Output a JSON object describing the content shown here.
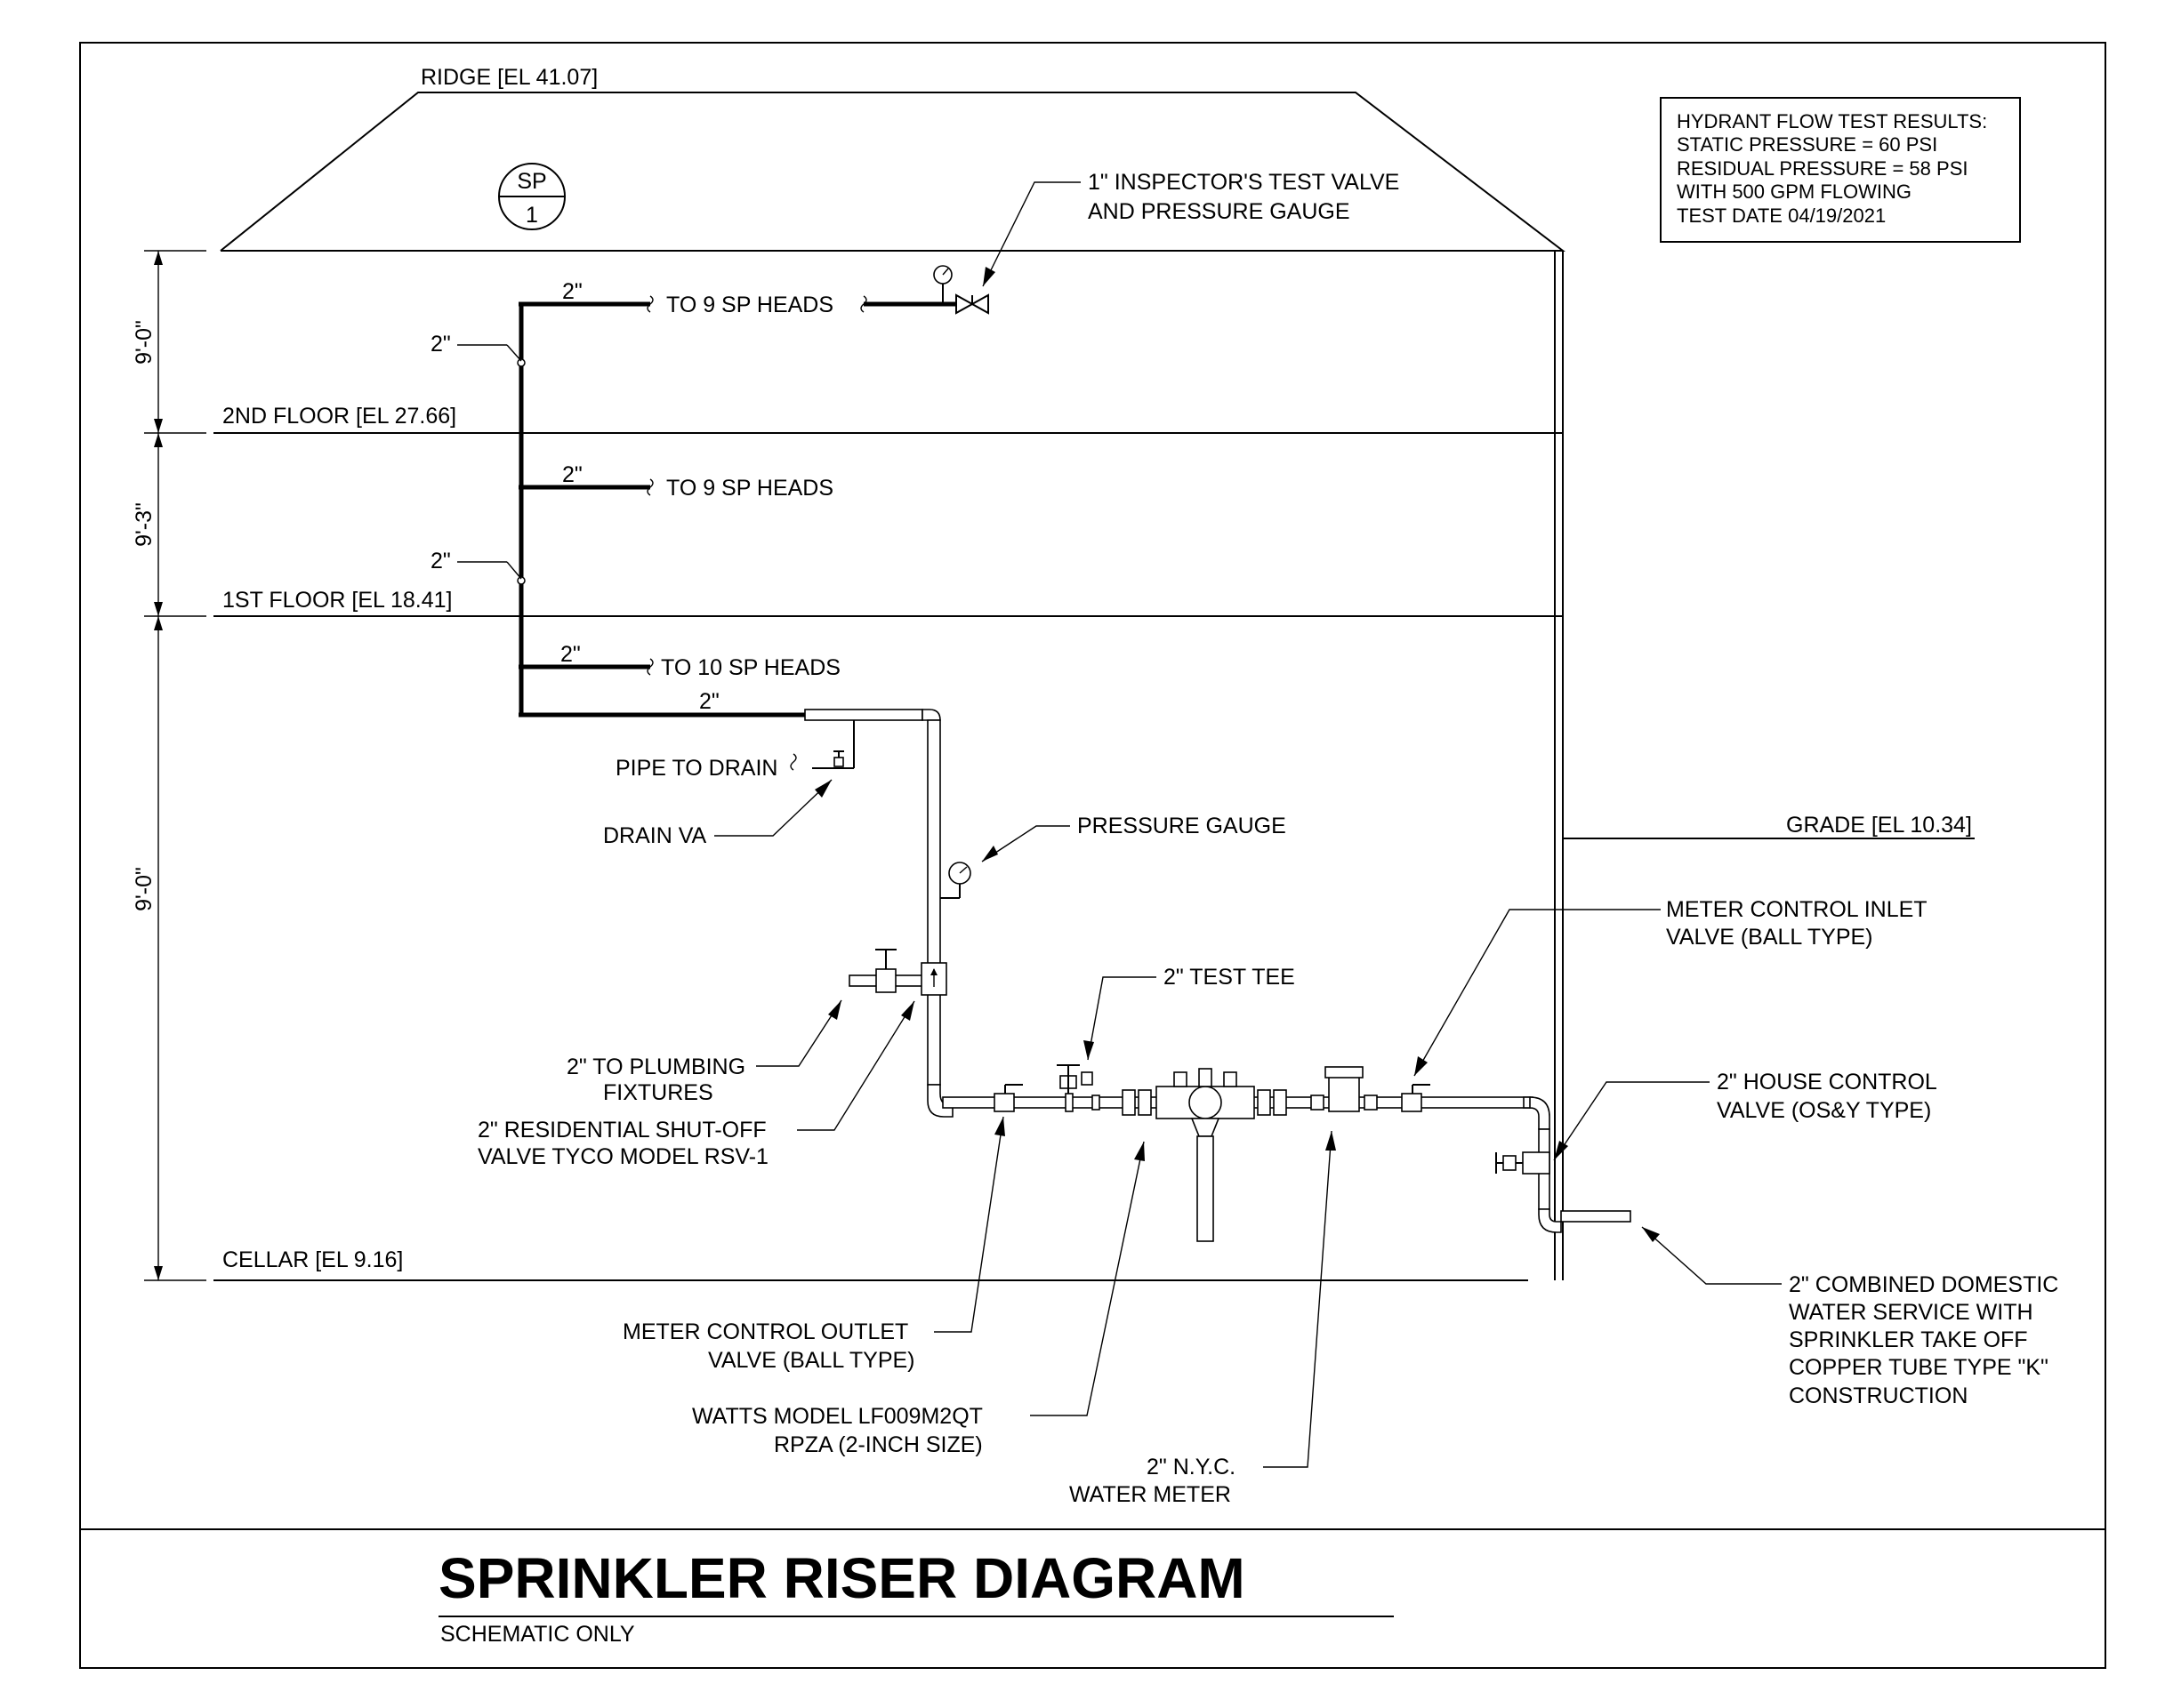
{
  "title": "SPRINKLER RISER DIAGRAM",
  "subtitle": "SCHEMATIC ONLY",
  "elevations": {
    "ridge": "RIDGE [EL 41.07]",
    "second_floor": "2ND FLOOR [EL 27.66]",
    "first_floor": "1ST FLOOR [EL 18.41]",
    "cellar": "CELLAR [EL 9.16]",
    "grade": "GRADE [EL 10.34]"
  },
  "dimensions": {
    "top": "9'-0\"",
    "middle": "9'-3\"",
    "bottom": "9'-0\""
  },
  "sp_tag": {
    "top": "SP",
    "bottom": "1"
  },
  "hydrant_test": {
    "lines": [
      "HYDRANT FLOW TEST RESULTS:",
      "STATIC PRESSURE = 60 PSI",
      "RESIDUAL PRESSURE = 58 PSI",
      "WITH 500 GPM FLOWING",
      "TEST DATE 04/19/2021"
    ]
  },
  "pipe_sizes": {
    "top_branch": "2\"",
    "top_riser": "2\"",
    "mid_branch": "2\"",
    "lower_riser": "2\"",
    "low_branch": "2\"",
    "main_run": "2\""
  },
  "branches": {
    "top": "TO 9 SP HEADS",
    "middle": "TO 9 SP HEADS",
    "bottom": "TO 10 SP HEADS"
  },
  "callouts": {
    "inspector_valve": [
      "1\" INSPECTOR'S TEST VALVE",
      "AND PRESSURE GAUGE"
    ],
    "pipe_to_drain": "PIPE TO DRAIN",
    "drain_valve": "DRAIN VA",
    "pressure_gauge": "PRESSURE GAUGE",
    "meter_inlet": [
      "METER CONTROL INLET",
      "VALVE (BALL TYPE)"
    ],
    "test_tee": "2\" TEST TEE",
    "plumbing": [
      "2\" TO PLUMBING",
      "FIXTURES"
    ],
    "shutoff": [
      "2\" RESIDENTIAL SHUT-OFF",
      "VALVE TYCO MODEL RSV-1"
    ],
    "house_control": [
      "2\" HOUSE CONTROL",
      "VALVE (OS&Y TYPE)"
    ],
    "combined_service": [
      "2\" COMBINED DOMESTIC",
      "WATER SERVICE WITH",
      "SPRINKLER TAKE OFF",
      "COPPER TUBE TYPE \"K\"",
      "CONSTRUCTION"
    ],
    "meter_outlet": [
      "METER CONTROL OUTLET",
      "VALVE (BALL TYPE)"
    ],
    "watts": [
      "WATTS MODEL LF009M2QT",
      "RPZA (2-INCH SIZE)"
    ],
    "water_meter": [
      "2\" N.Y.C.",
      "WATER METER"
    ]
  }
}
